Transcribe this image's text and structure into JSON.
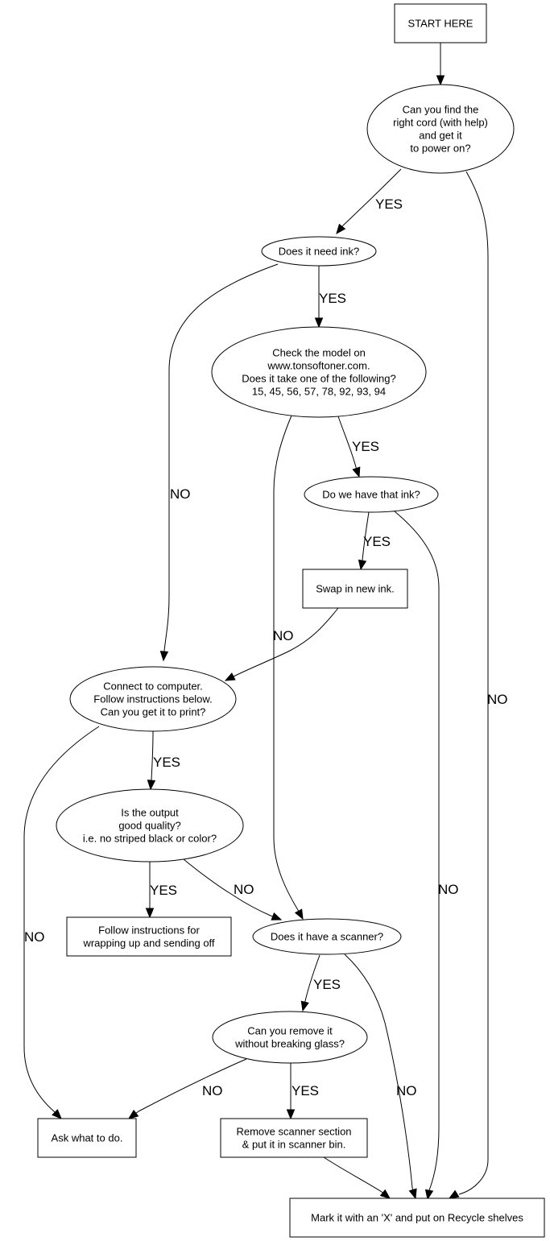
{
  "diagram": {
    "nodes": {
      "start": {
        "shape": "box",
        "lines": [
          "START HERE"
        ]
      },
      "cord": {
        "shape": "ellipse",
        "lines": [
          "Can you find the",
          "right cord (with help)",
          "and get it",
          "to power on?"
        ]
      },
      "ink": {
        "shape": "ellipse",
        "lines": [
          "Does it need ink?"
        ]
      },
      "model": {
        "shape": "ellipse",
        "lines": [
          "Check the model on",
          "www.tonsoftoner.com.",
          "Does it take one of the following?",
          "15, 45, 56, 57, 78, 92, 93, 94"
        ]
      },
      "have_ink": {
        "shape": "ellipse",
        "lines": [
          "Do we have that ink?"
        ]
      },
      "swap": {
        "shape": "box",
        "lines": [
          "Swap in new ink."
        ]
      },
      "connect": {
        "shape": "ellipse",
        "lines": [
          "Connect to computer.",
          "Follow instructions below.",
          "Can you get it to print?"
        ]
      },
      "quality": {
        "shape": "ellipse",
        "lines": [
          "Is the output",
          "good quality?",
          "i.e. no striped black or color?"
        ]
      },
      "wrap": {
        "shape": "box",
        "lines": [
          "Follow instructions for",
          "wrapping up and sending off"
        ]
      },
      "scanner": {
        "shape": "ellipse",
        "lines": [
          "Does it have a scanner?"
        ]
      },
      "remove": {
        "shape": "ellipse",
        "lines": [
          "Can you remove it",
          "without breaking glass?"
        ]
      },
      "ask": {
        "shape": "box",
        "lines": [
          "Ask what to do."
        ]
      },
      "scanner_bin": {
        "shape": "box",
        "lines": [
          "Remove scanner section",
          "& put it in scanner bin."
        ]
      },
      "recycle": {
        "shape": "box",
        "lines": [
          "Mark it with an 'X' and put on Recycle shelves"
        ]
      }
    },
    "edges": [
      {
        "from": "start",
        "to": "cord",
        "label": ""
      },
      {
        "from": "cord",
        "to": "ink",
        "label": "YES"
      },
      {
        "from": "cord",
        "to": "recycle",
        "label": "NO"
      },
      {
        "from": "ink",
        "to": "model",
        "label": "YES"
      },
      {
        "from": "ink",
        "to": "connect",
        "label": "NO"
      },
      {
        "from": "model",
        "to": "have_ink",
        "label": "YES"
      },
      {
        "from": "model",
        "to": "scanner",
        "label": "NO"
      },
      {
        "from": "have_ink",
        "to": "swap",
        "label": "YES"
      },
      {
        "from": "have_ink",
        "to": "recycle",
        "label": "NO"
      },
      {
        "from": "swap",
        "to": "connect",
        "label": ""
      },
      {
        "from": "connect",
        "to": "quality",
        "label": "YES"
      },
      {
        "from": "connect",
        "to": "ask",
        "label": "NO"
      },
      {
        "from": "quality",
        "to": "wrap",
        "label": "YES"
      },
      {
        "from": "quality",
        "to": "scanner",
        "label": "NO"
      },
      {
        "from": "scanner",
        "to": "remove",
        "label": "YES"
      },
      {
        "from": "scanner",
        "to": "recycle",
        "label": "NO"
      },
      {
        "from": "remove",
        "to": "scanner_bin",
        "label": "YES"
      },
      {
        "from": "remove",
        "to": "ask",
        "label": "NO"
      },
      {
        "from": "scanner_bin",
        "to": "recycle",
        "label": ""
      }
    ]
  }
}
